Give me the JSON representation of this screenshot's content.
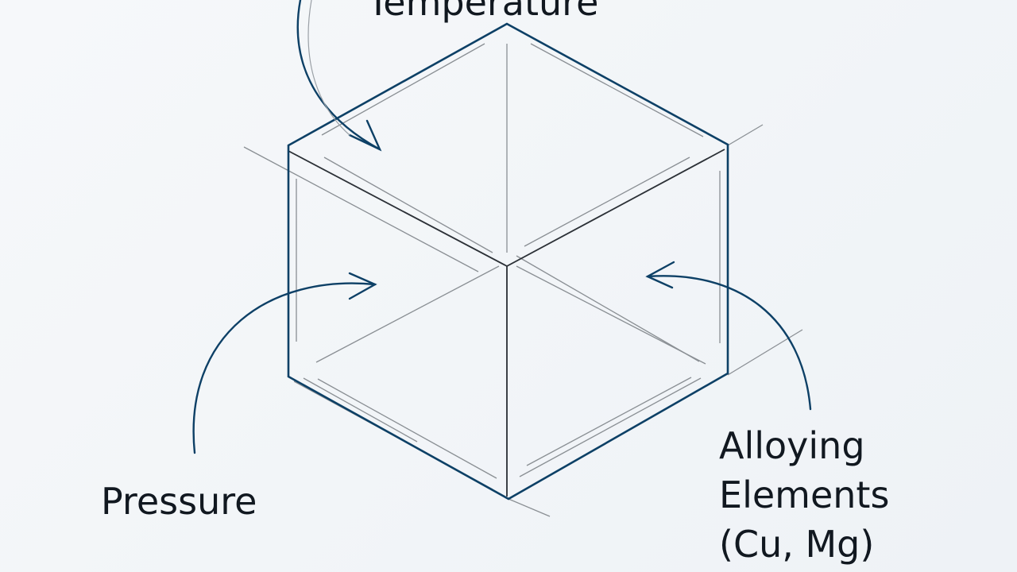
{
  "diagram": {
    "labels": {
      "temperature": "Temperature",
      "pressure": "Pressure",
      "alloying_line1": "Alloying",
      "alloying_line2": "Elements",
      "alloying_line3": "(Cu, Mg)"
    },
    "colors": {
      "cube_outline": "#0d4066",
      "arrows": "#0d4066",
      "inner_lines": "#8a8f94",
      "text": "#111820"
    }
  }
}
